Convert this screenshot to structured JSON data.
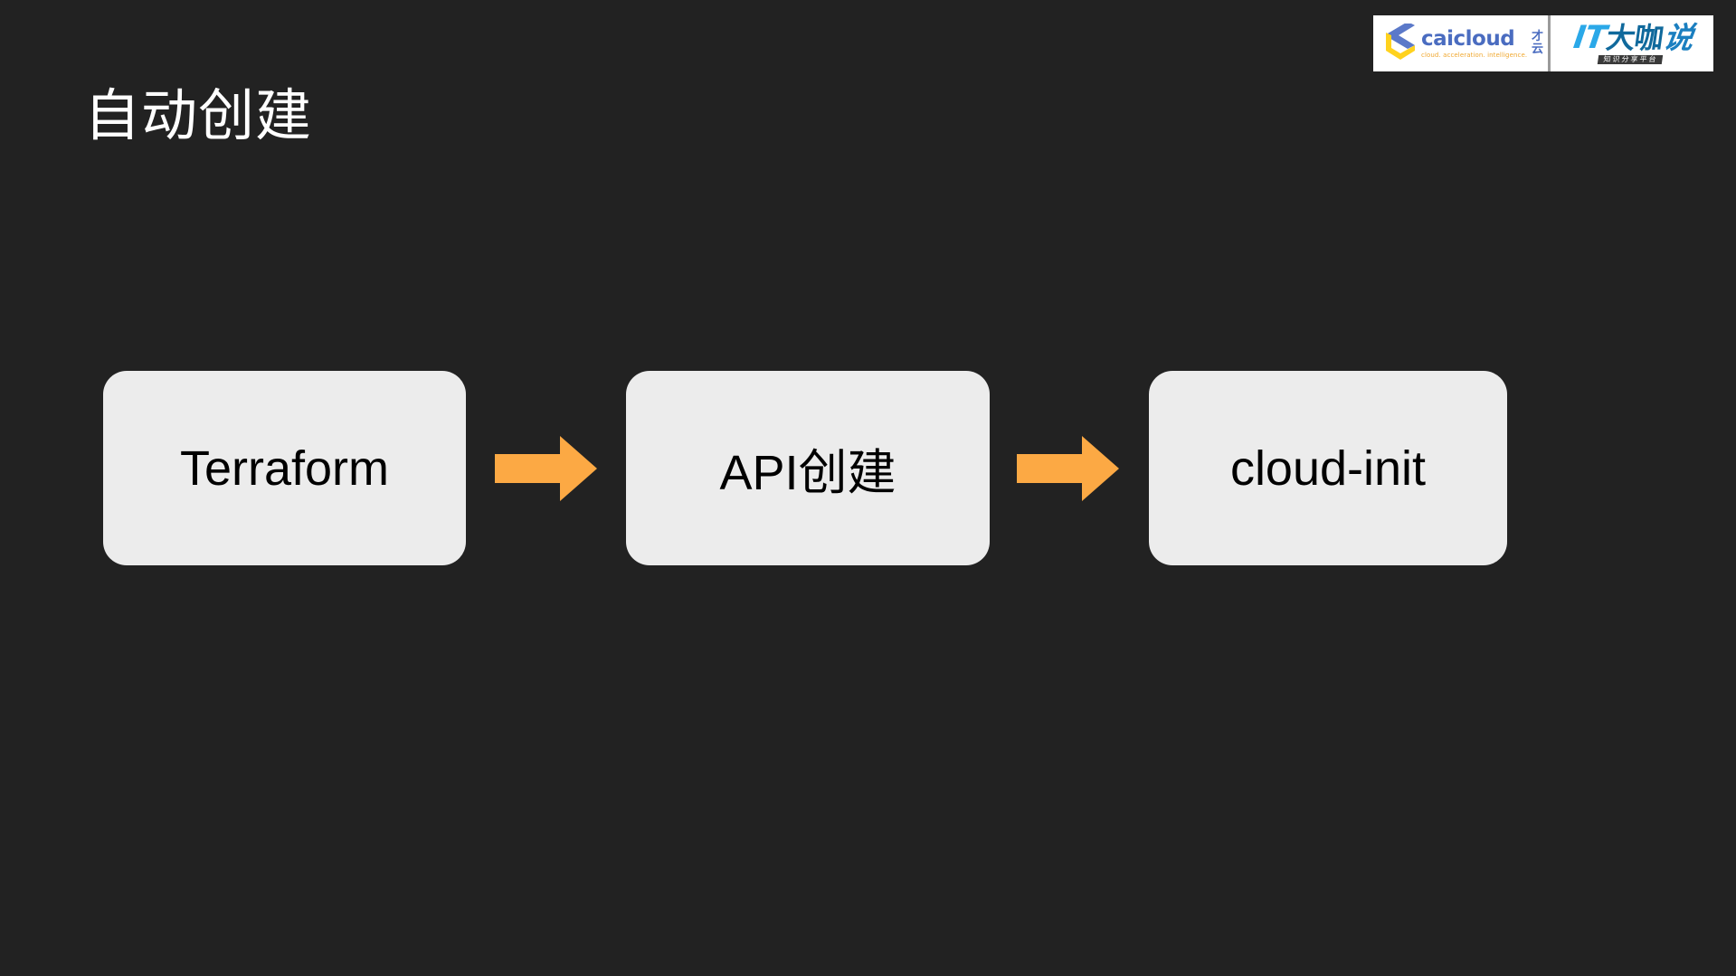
{
  "slide": {
    "background_color": "#222222",
    "title": "自动创建"
  },
  "header": {
    "logos": [
      {
        "name": "caicloud",
        "wordmark": "caicloud",
        "tagline": "cloud. acceleration. intelligence.",
        "chinese_name": [
          "才",
          "云"
        ],
        "colors": {
          "wordmark": "#4a6cc0",
          "tagline": "#f0a830",
          "mark_top": "#5b79c9",
          "mark_bottom": "#ffd21e"
        }
      },
      {
        "name": "it-dakashuo",
        "prefix": "IT",
        "chinese_main": "大咖",
        "chinese_suffix": "说",
        "subtitle": "知识分享平台",
        "colors": {
          "prefix": "#2aa8e8",
          "chinese_main": "#10699c",
          "chinese_suffix": "#1b7fc0",
          "subtitle_bg": "#3a3a3a",
          "subtitle_text": "#ffffff"
        }
      }
    ]
  },
  "flow": {
    "box_fill": "#ececec",
    "box_text_color": "#000000",
    "arrow_color": "#fca944",
    "steps": [
      {
        "label": "Terraform"
      },
      {
        "label": "API创建"
      },
      {
        "label": "cloud-init"
      }
    ],
    "arrows": [
      {
        "direction": "right"
      },
      {
        "direction": "right"
      }
    ]
  }
}
